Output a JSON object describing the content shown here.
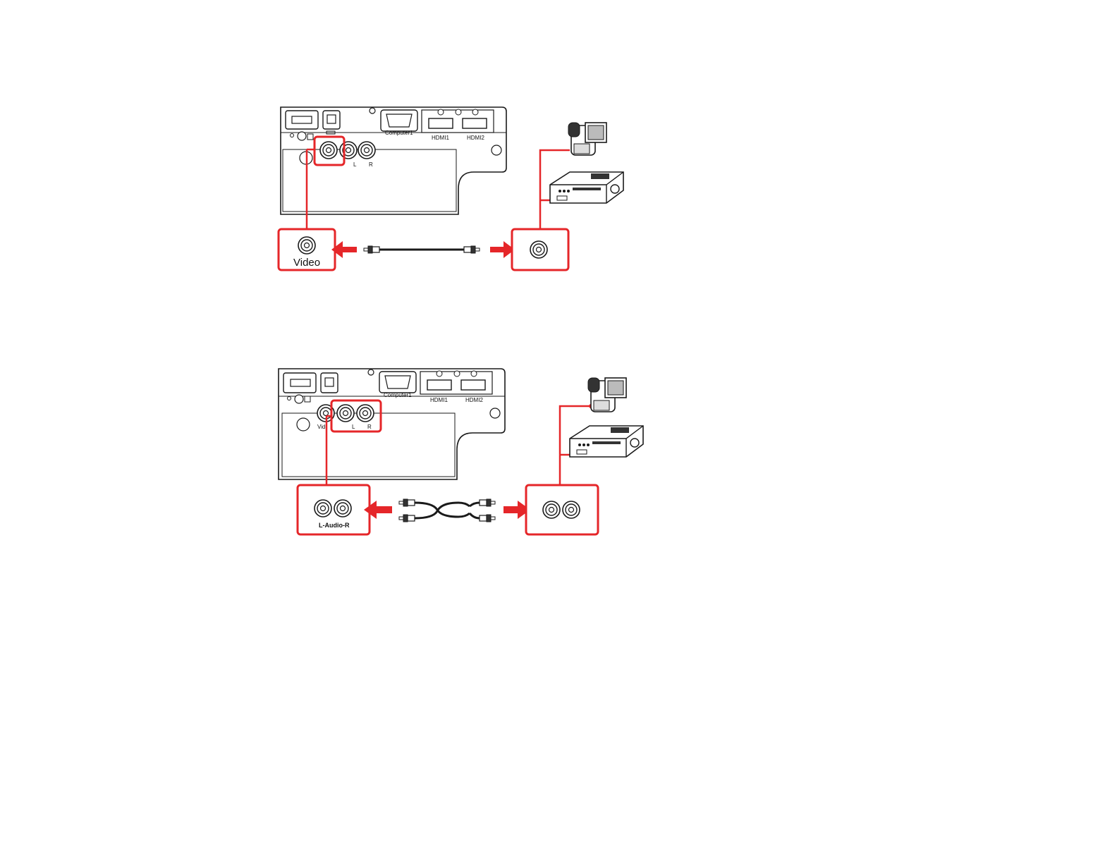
{
  "colors": {
    "accent": "#e52629",
    "line": "#1a1a1a",
    "bg": "#ffffff"
  },
  "icons": [
    "camcorder-icon",
    "vcr-icon",
    "rca-cable-icon",
    "arrow-icon"
  ],
  "figures": [
    {
      "ports": {
        "computer": "Computer1",
        "hdmi1": "HDMI1",
        "hdmi2": "HDMI2",
        "audio_l": "L",
        "audio_r": "R"
      },
      "callout_label": "Video"
    },
    {
      "ports": {
        "computer": "Computer1",
        "hdmi1": "HDMI1",
        "hdmi2": "HDMI2",
        "video_partial": "Vid",
        "audio_l": "L",
        "audio_r": "R"
      },
      "callout_label": "L-Audio-R"
    }
  ]
}
